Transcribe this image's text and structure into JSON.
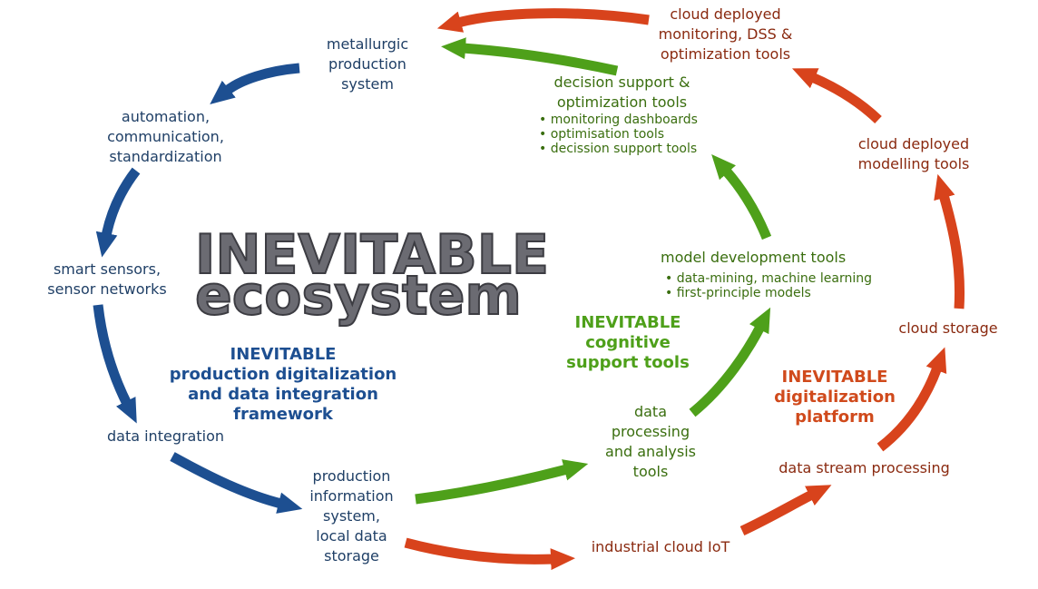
{
  "title": {
    "line1": "INEVITABLE",
    "line2": "ecosystem"
  },
  "colors": {
    "blue": "#1d4f91",
    "green": "#4ea01a",
    "red": "#d8431c",
    "title_fill": "#6b6b72"
  },
  "groups": {
    "blue": [
      "INEVITABLE",
      "production digitalization",
      "and data integration",
      "framework"
    ],
    "green": [
      "INEVITABLE",
      "cognitive",
      "support tools"
    ],
    "red": [
      "INEVITABLE",
      "digitalization",
      "platform"
    ]
  },
  "nodes": {
    "metallurgic": [
      "metallurgic",
      "production",
      "system"
    ],
    "automation": [
      "automation,",
      "communication,",
      "standardization"
    ],
    "sensors": [
      "smart sensors,",
      "sensor networks"
    ],
    "data_integration": "data integration",
    "production_info": [
      "production",
      "information",
      "system,",
      "local data",
      "storage"
    ],
    "data_processing": [
      "data",
      "processing",
      "and analysis",
      "tools"
    ],
    "model_dev": {
      "title": "model development tools",
      "items": [
        "data-mining, machine learning",
        "first-principle models"
      ]
    },
    "decision": {
      "title": [
        "decision support &",
        "optimization tools"
      ],
      "items": [
        "monitoring dashboards",
        "optimisation tools",
        "decission support tools"
      ]
    },
    "cloud_iot": "industrial cloud IoT",
    "stream": "data stream processing",
    "cloud_storage": "cloud storage",
    "cloud_modelling": [
      "cloud deployed",
      "modelling tools"
    ],
    "cloud_monitoring": [
      "cloud deployed",
      "monitoring, DSS &",
      "optimization tools"
    ]
  }
}
